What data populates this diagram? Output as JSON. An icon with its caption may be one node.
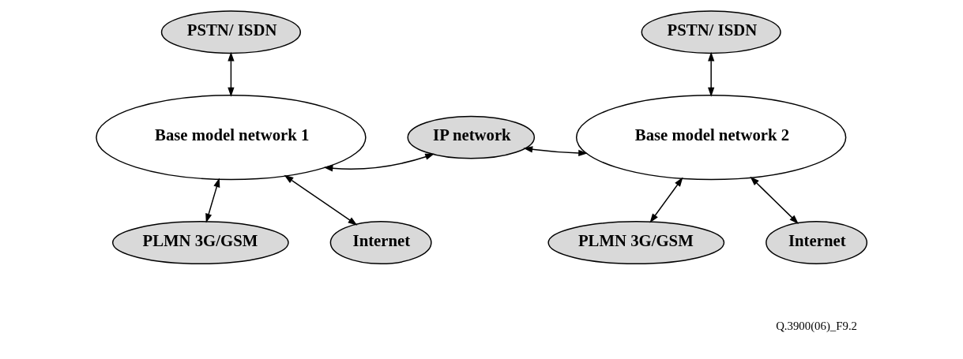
{
  "diagram": {
    "nodes": [
      {
        "text": [
          "PSTN/ ISDN"
        ]
      },
      {
        "text": [
          "PSTN/ ISDN"
        ]
      },
      {
        "text": [
          "Base model network 1"
        ]
      },
      {
        "text": [
          "IP network"
        ]
      },
      {
        "text": [
          "Base model network 2"
        ]
      },
      {
        "text": [
          "PLMN 3G/GSM"
        ]
      },
      {
        "text": [
          "Internet"
        ]
      },
      {
        "text": [
          "PLMN 3G/GSM"
        ]
      },
      {
        "text": [
          "Internet"
        ]
      }
    ],
    "edges": [
      {
        "from": 0,
        "to": 2,
        "arrow": "both"
      },
      {
        "from": 2,
        "to": 3,
        "arrow": "both"
      },
      {
        "from": 3,
        "to": 4,
        "arrow": "both"
      },
      {
        "from": 1,
        "to": 4,
        "arrow": "both"
      },
      {
        "from": 2,
        "to": 5,
        "arrow": "both"
      },
      {
        "from": 2,
        "to": 6,
        "arrow": "both"
      },
      {
        "from": 4,
        "to": 7,
        "arrow": "both"
      },
      {
        "from": 4,
        "to": 8,
        "arrow": "both"
      }
    ],
    "labels": [
      "Q.3900(06)_F9.2"
    ]
  }
}
